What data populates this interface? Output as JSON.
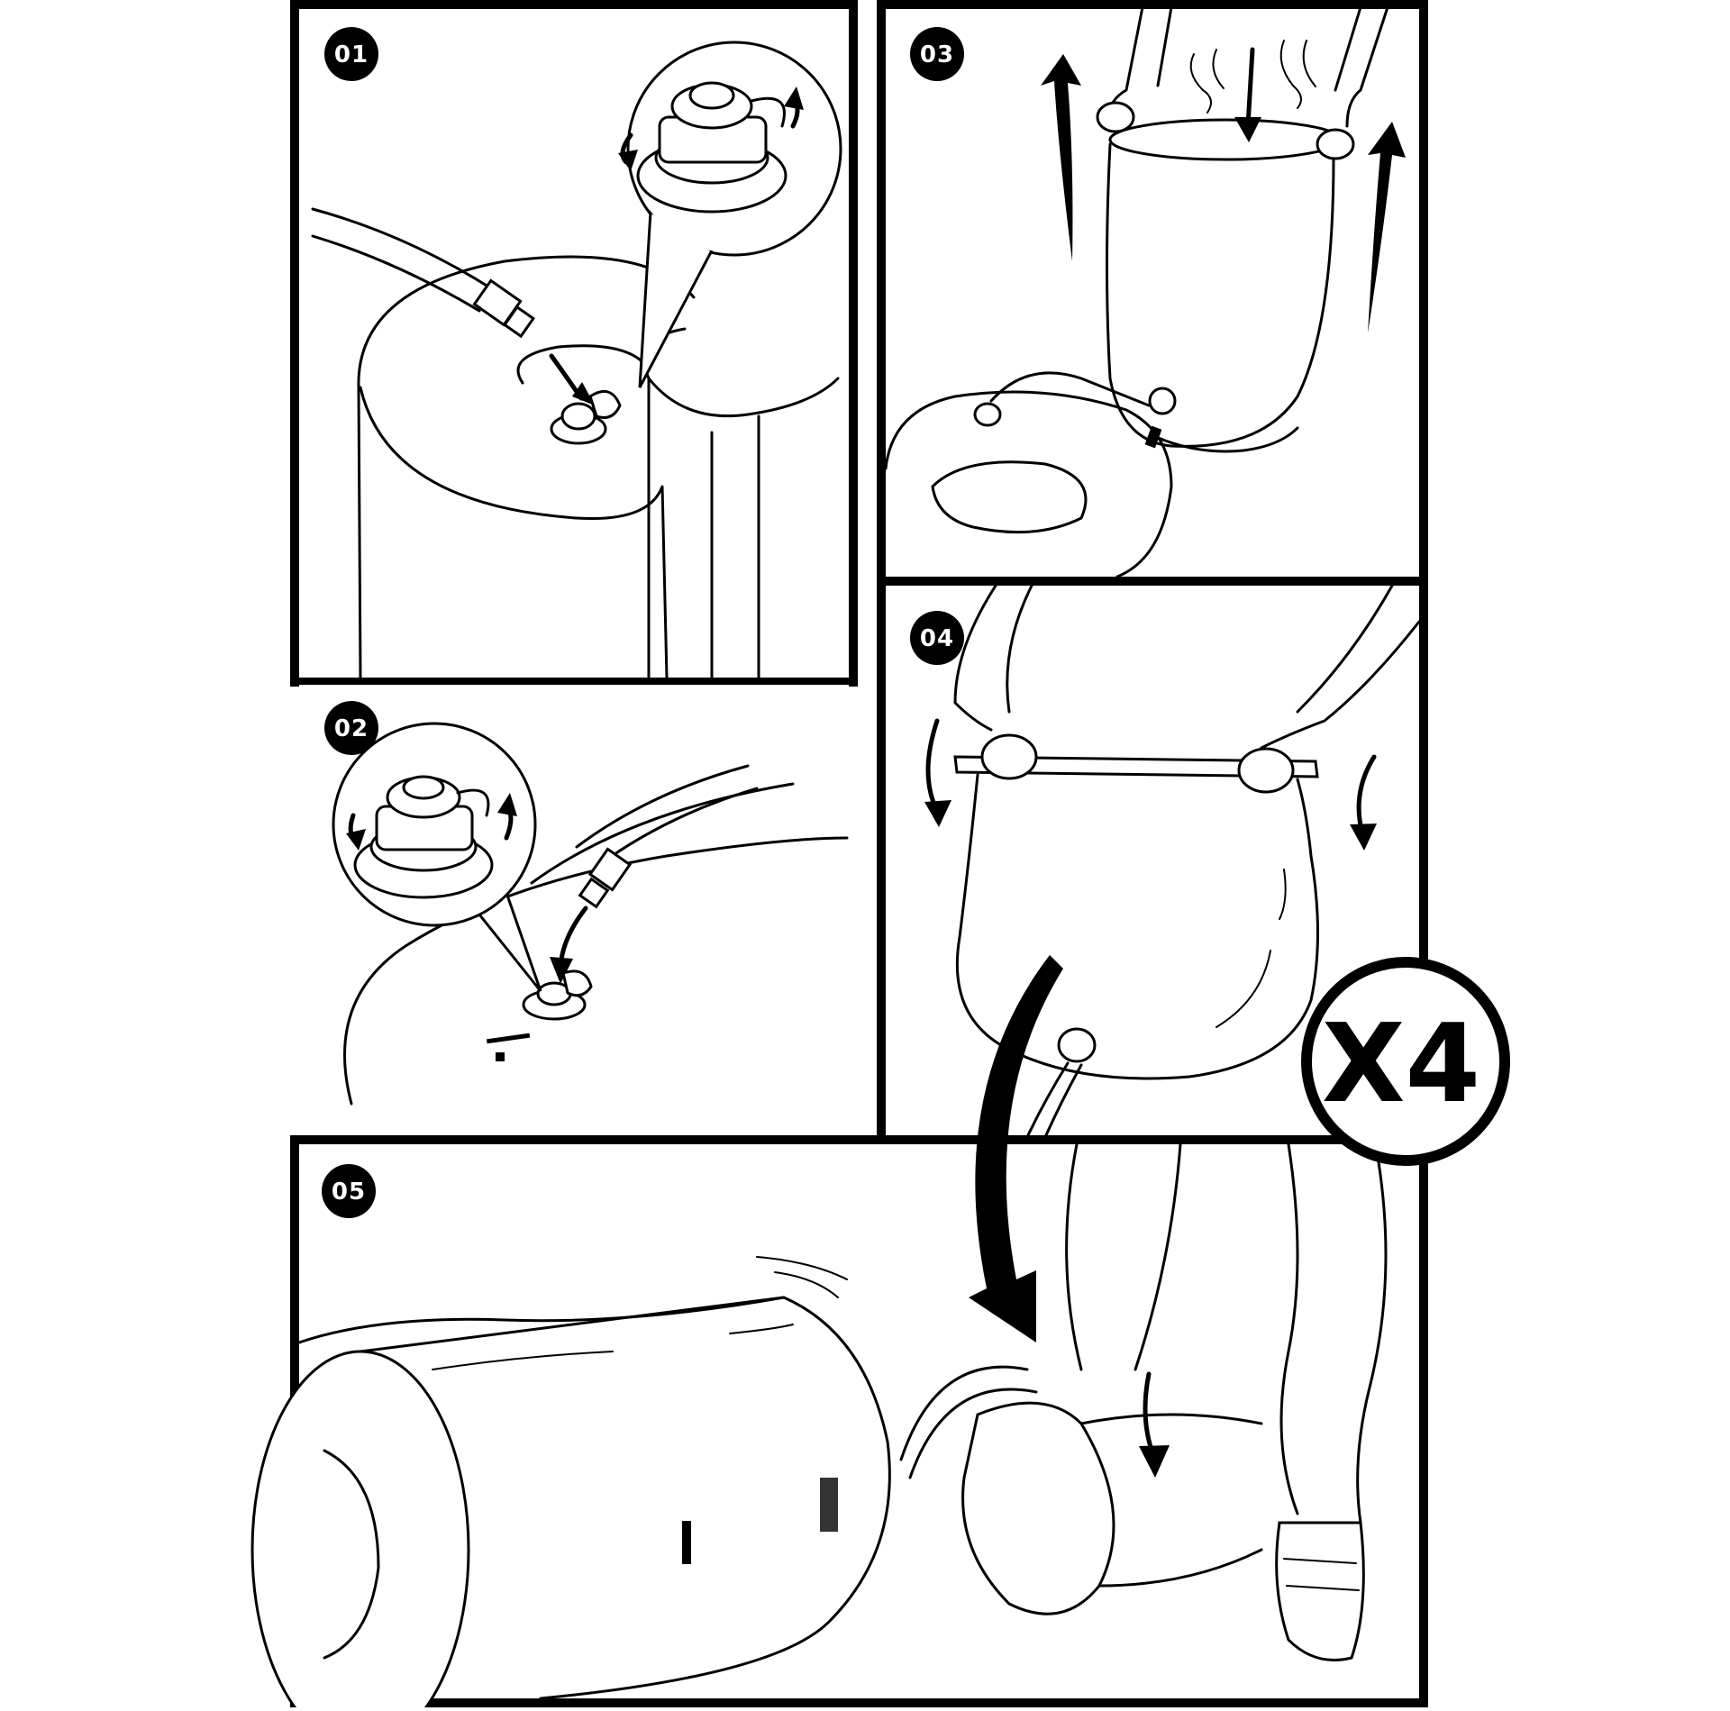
{
  "steps": [
    {
      "label": "01"
    },
    {
      "label": "02"
    },
    {
      "label": "03"
    },
    {
      "label": "04"
    },
    {
      "label": "05"
    }
  ],
  "repeat_badge": "X4",
  "colors": {
    "ink": "#000000",
    "paper": "#ffffff",
    "hose_highlight": "#2f6fe0"
  },
  "icons": [
    "arrow-icon",
    "valve-icon",
    "air-flow-icon"
  ]
}
